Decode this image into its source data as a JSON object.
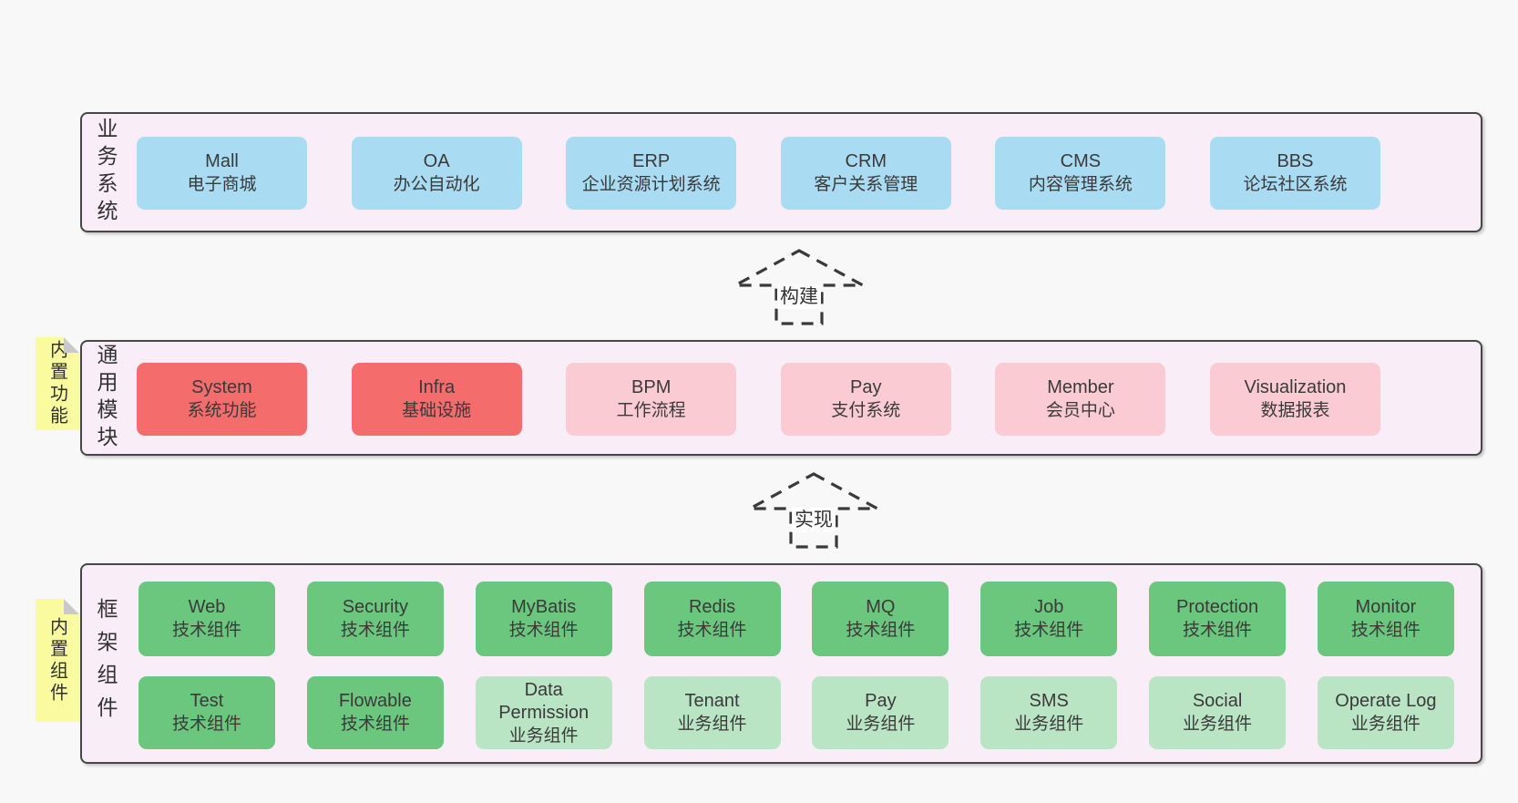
{
  "colors": {
    "page_bg": "#f8f8f8",
    "band_bg": "#f9edf7",
    "band_border": "#474747",
    "box_blue": "#a9dbf2",
    "box_red": "#f56c6c",
    "box_pink": "#fbcbd4",
    "box_green": "#6bc77e",
    "box_light_green": "#bae5c5",
    "note_yellow": "#fafa9e",
    "note_fold": "#c9c9c9",
    "text": "#3a3a3a"
  },
  "arrows": [
    {
      "label": "构建"
    },
    {
      "label": "实现"
    }
  ],
  "bands": [
    {
      "label": "业务系统",
      "rows": [
        [
          {
            "name": "Mall",
            "desc": "电子商城"
          },
          {
            "name": "OA",
            "desc": "办公自动化"
          },
          {
            "name": "ERP",
            "desc": "企业资源计划系统"
          },
          {
            "name": "CRM",
            "desc": "客户关系管理"
          },
          {
            "name": "CMS",
            "desc": "内容管理系统"
          },
          {
            "name": "BBS",
            "desc": "论坛社区系统"
          }
        ]
      ]
    },
    {
      "label": "通用模块",
      "note": "内置功能",
      "rows": [
        [
          {
            "name": "System",
            "desc": "系统功能"
          },
          {
            "name": "Infra",
            "desc": "基础设施"
          },
          {
            "name": "BPM",
            "desc": "工作流程"
          },
          {
            "name": "Pay",
            "desc": "支付系统"
          },
          {
            "name": "Member",
            "desc": "会员中心"
          },
          {
            "name": "Visualization",
            "desc": "数据报表"
          }
        ]
      ]
    },
    {
      "label": "框架组件",
      "note": "内置组件",
      "rows": [
        [
          {
            "name": "Web",
            "desc": "技术组件"
          },
          {
            "name": "Security",
            "desc": "技术组件"
          },
          {
            "name": "MyBatis",
            "desc": "技术组件"
          },
          {
            "name": "Redis",
            "desc": "技术组件"
          },
          {
            "name": "MQ",
            "desc": "技术组件"
          },
          {
            "name": "Job",
            "desc": "技术组件"
          },
          {
            "name": "Protection",
            "desc": "技术组件"
          },
          {
            "name": "Monitor",
            "desc": "技术组件"
          }
        ],
        [
          {
            "name": "Test",
            "desc": "技术组件"
          },
          {
            "name": "Flowable",
            "desc": "技术组件"
          },
          {
            "name": "Data Permission",
            "desc": "业务组件"
          },
          {
            "name": "Tenant",
            "desc": "业务组件"
          },
          {
            "name": "Pay",
            "desc": "业务组件"
          },
          {
            "name": "SMS",
            "desc": "业务组件"
          },
          {
            "name": "Social",
            "desc": "业务组件"
          },
          {
            "name": "Operate Log",
            "desc": "业务组件"
          }
        ]
      ]
    }
  ]
}
